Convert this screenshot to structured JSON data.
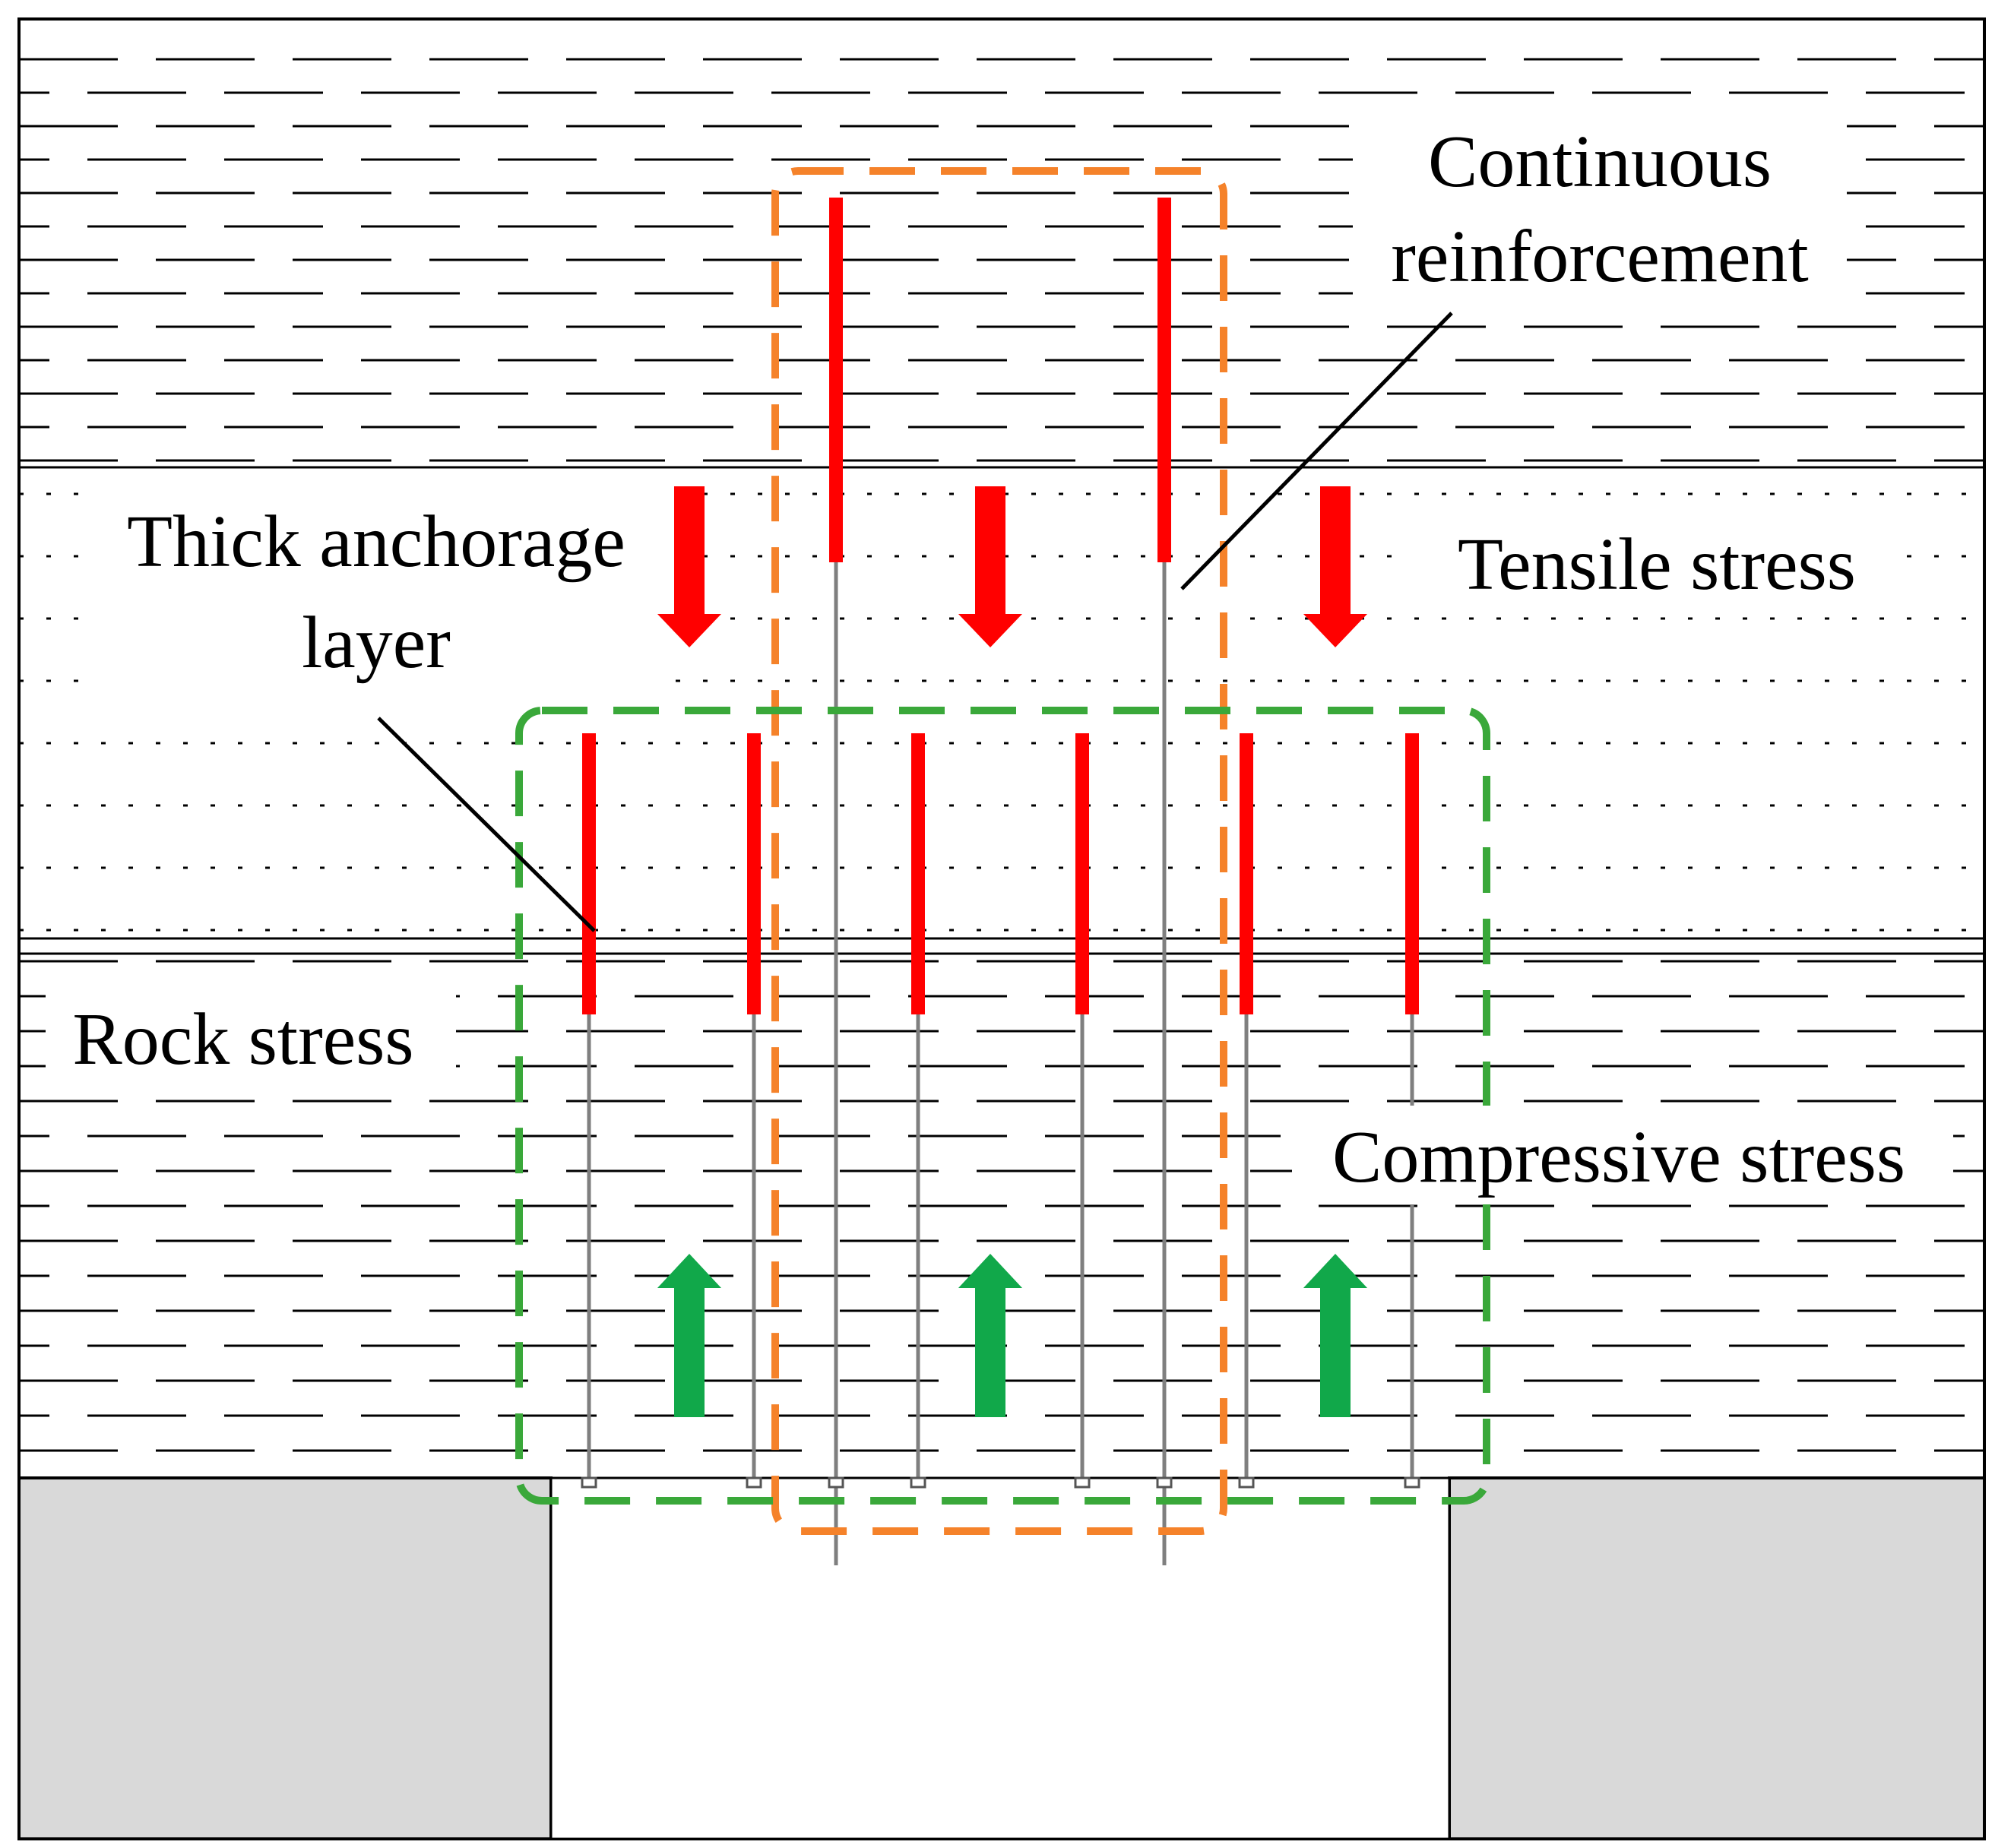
{
  "labels": {
    "continuous_line1": "Continuous",
    "continuous_line2": "reinforcement",
    "thick_line1": "Thick anchorage",
    "thick_line2": "layer",
    "tensile": "Tensile stress",
    "rock": "Rock stress",
    "compressive": "Compressive stress"
  },
  "colors": {
    "anchor_red": "#ff0000",
    "tensile_arrow": "#ff0000",
    "compressive_arrow": "#11a84a",
    "orange_zone": "#f5822a",
    "green_zone": "#3aa83a",
    "pillar_fill": "#d9d9d9",
    "rock_line": "#000000"
  }
}
